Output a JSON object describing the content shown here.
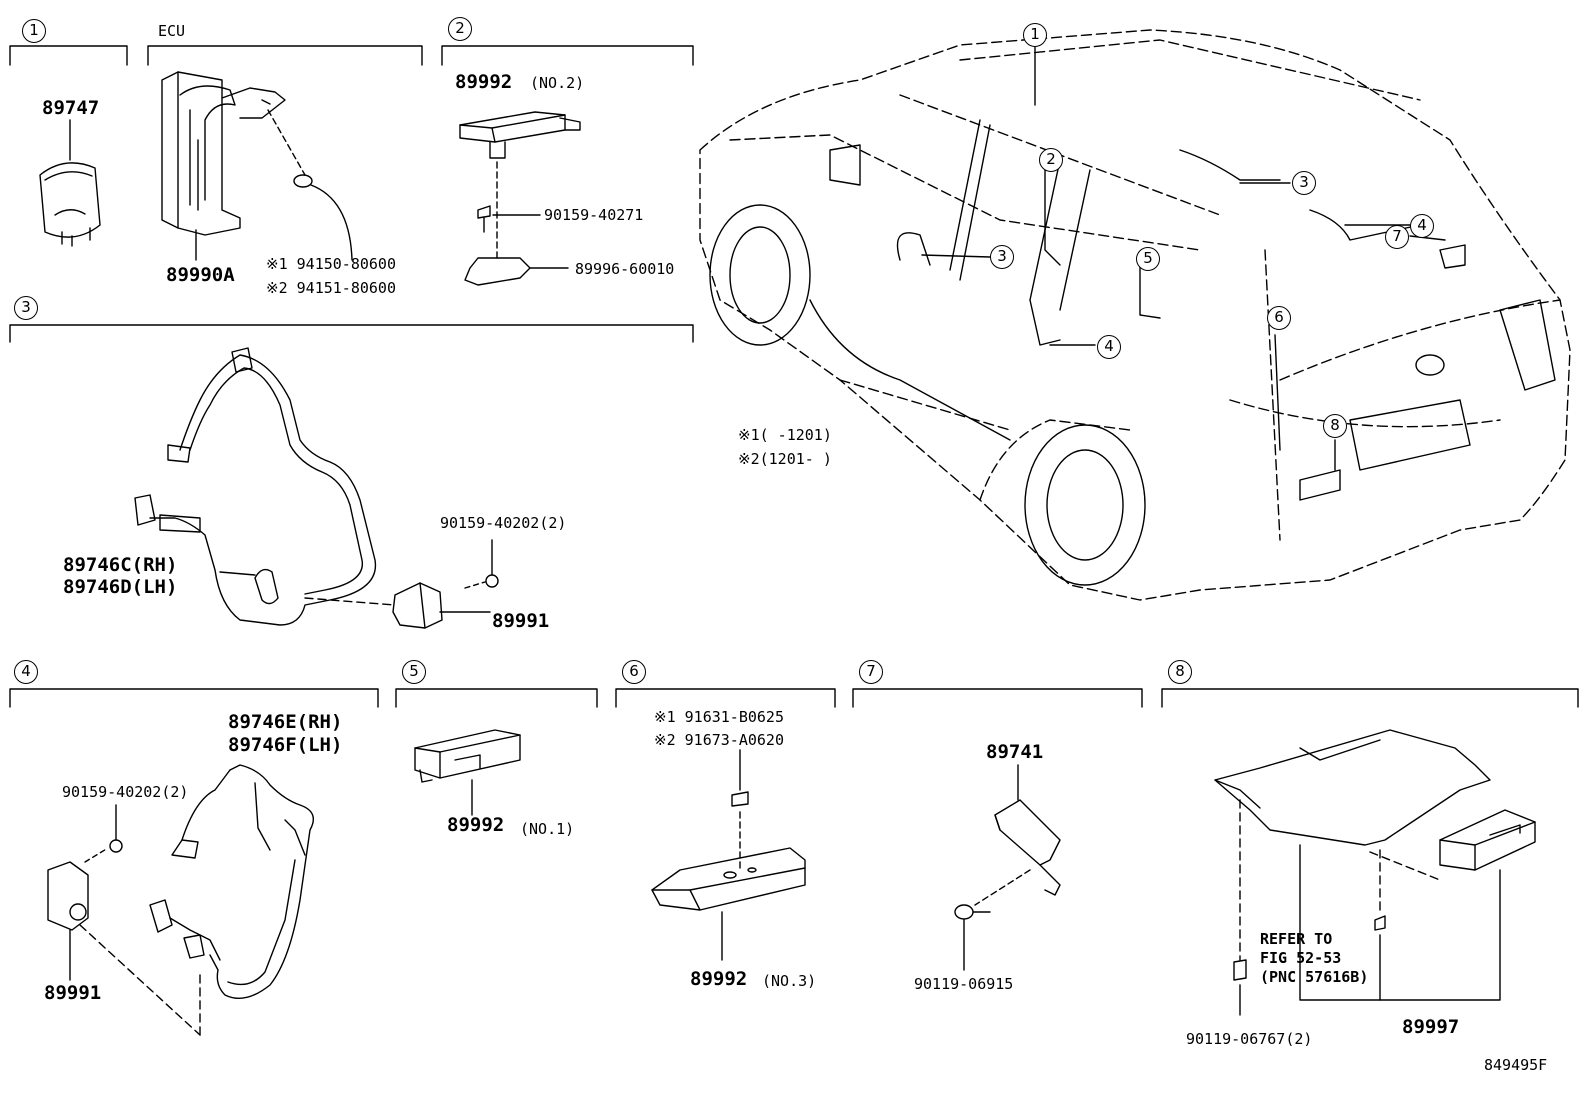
{
  "sections": {
    "s1": {
      "num": "1",
      "part": "89747"
    },
    "ecu": {
      "title": "ECU",
      "part": "89990A",
      "note1": "※1 94150-80600",
      "note2": "※2 94151-80600"
    },
    "s2": {
      "num": "2",
      "part": "89992",
      "qual": "(NO.2)",
      "bolt": "90159-40271",
      "bracket": "89996-60010"
    },
    "s3": {
      "num": "3",
      "wire_rh": "89746C(RH)",
      "wire_lh": "89746D(LH)",
      "bolt": "90159-40202(2)",
      "sensor": "89991"
    },
    "s4": {
      "num": "4",
      "wire_rh": "89746E(RH)",
      "wire_lh": "89746F(LH)",
      "bolt": "90159-40202(2)",
      "sensor": "89991"
    },
    "s5": {
      "num": "5",
      "part": "89992",
      "qual": "(NO.1)"
    },
    "s6": {
      "num": "6",
      "note1": "※1 91631-B0625",
      "note2": "※2 91673-A0620",
      "part": "89992",
      "qual": "(NO.3)"
    },
    "s7": {
      "num": "7",
      "part": "89741",
      "bolt": "90119-06915"
    },
    "s8": {
      "num": "8",
      "refer1": "REFER TO",
      "refer2": "FIG 52-53",
      "refer3": "(PNC 57616B)",
      "part": "89997",
      "bolt": "90119-06767(2)"
    }
  },
  "vehicle": {
    "callouts": [
      "1",
      "2",
      "3",
      "3",
      "4",
      "4",
      "5",
      "6",
      "7",
      "8"
    ],
    "note1": "※1(    -1201)",
    "note2": "※2(1201-    )"
  },
  "figure_code": "849495F"
}
